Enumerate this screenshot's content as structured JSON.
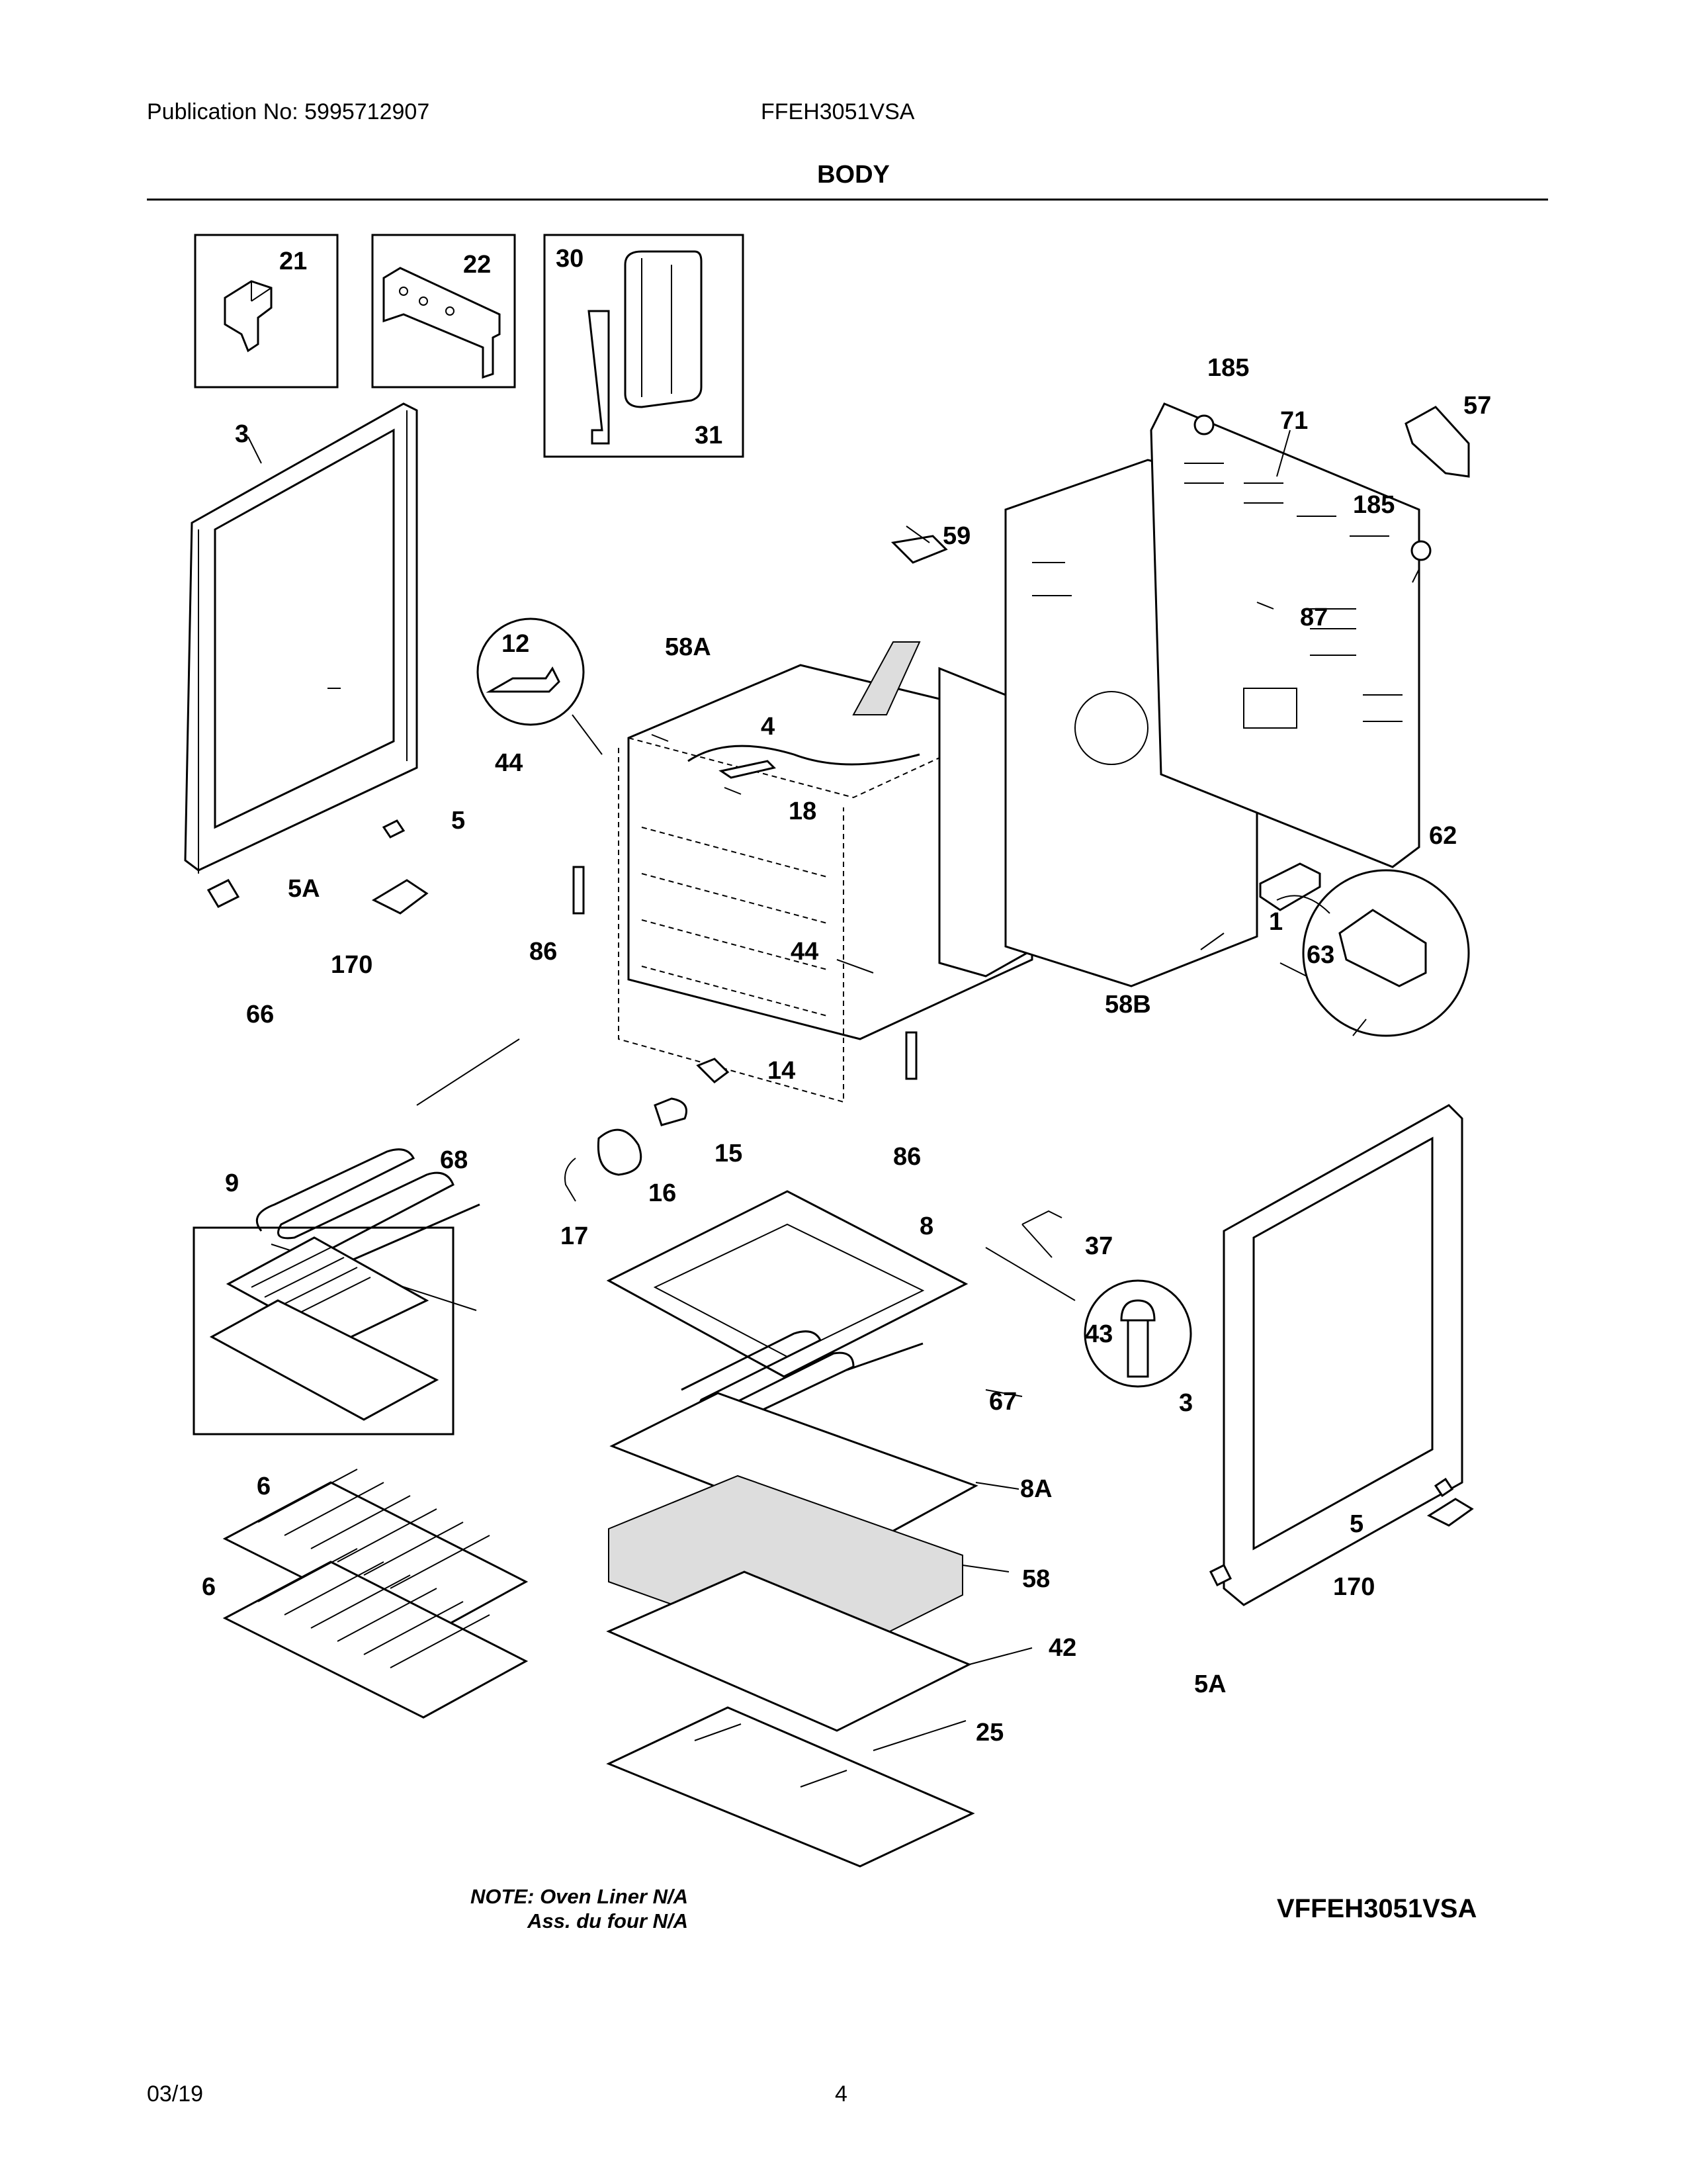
{
  "header": {
    "publication": "Publication No: 5995712907",
    "model": "FFEH3051VSA",
    "section_title": "BODY"
  },
  "callouts": {
    "c21": "21",
    "c22": "22",
    "c30": "30",
    "c31": "31",
    "c3_left": "3",
    "c3_right": "3",
    "c185_top": "185",
    "c185_mid": "185",
    "c71": "71",
    "c57": "57",
    "c59": "59",
    "c87": "87",
    "c12": "12",
    "c58A": "58A",
    "c4": "4",
    "c44_left": "44",
    "c44_mid": "44",
    "c18": "18",
    "c5_left": "5",
    "c5_right": "5",
    "c5A_left": "5A",
    "c5A_right": "5A",
    "c170_left": "170",
    "c170_right": "170",
    "c86_left": "86",
    "c86_right": "86",
    "c62": "62",
    "c1": "1",
    "c63": "63",
    "c58B": "58B",
    "c66": "66",
    "c68": "68",
    "c14": "14",
    "c15": "15",
    "c16": "16",
    "c17": "17",
    "c9": "9",
    "c8": "8",
    "c37": "37",
    "c43": "43",
    "c67": "67",
    "c8A": "8A",
    "c6_top": "6",
    "c6_bottom": "6",
    "c58": "58",
    "c42": "42",
    "c25": "25"
  },
  "footer": {
    "note_line1": "NOTE: Oven Liner N/A",
    "note_line2": "Ass. du four N/A",
    "drawing_id": "VFFEH3051VSA",
    "date": "03/19",
    "page": "4"
  }
}
